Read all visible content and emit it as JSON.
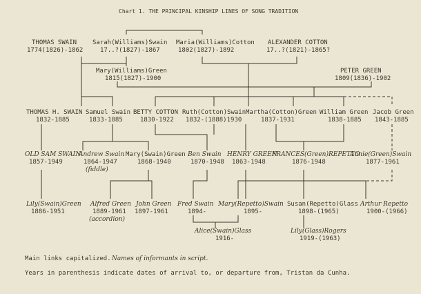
{
  "title": "Chart 1. THE PRINCIPAL KINSHIP LINES OF SONG TRADITION",
  "gen1": {
    "thomas_swain": {
      "name": "THOMAS SWAIN",
      "dates": "1774(1826)-1862"
    },
    "sarah": {
      "name": "Sarah(Williams)Swain",
      "dates": "17..?(1827)-1867"
    },
    "maria": {
      "name": "Maria(Williams)Cotton",
      "dates": "1802(1827)-1892"
    },
    "alexander": {
      "name": "ALEXANDER COTTON",
      "dates": "17..?(1821)-1865?"
    }
  },
  "gen2": {
    "mary_green": {
      "name": "Mary(Williams)Green",
      "dates": "1815(1827)-1900"
    },
    "peter_green": {
      "name": "PETER GREEN",
      "dates": "1809(1836)-1902"
    }
  },
  "gen3": {
    "thomas_h": {
      "name": "THOMAS H. SWAIN",
      "dates": "1832-1885"
    },
    "samuel": {
      "name": "Samuel Swain",
      "dates": "1833-1885"
    },
    "betty": {
      "name": "BETTY COTTON",
      "dates": "1830-1922"
    },
    "ruth": {
      "name": "Ruth(Cotton)Swain",
      "dates": "1832-(1888)1930"
    },
    "martha": {
      "name": "Martha(Cotton)Green",
      "dates": "1837-1931"
    },
    "william": {
      "name": "William Green",
      "dates": "1838-1885"
    },
    "jacob": {
      "name": "Jacob Green",
      "dates": "1843-1885"
    }
  },
  "gen4": {
    "old_sam": {
      "name": "OLD SAM SWAIN",
      "dates": "1857-1949"
    },
    "andrew": {
      "name": "Andrew Swain",
      "dates": "1864-1947",
      "note": "(fiddle)"
    },
    "mary_swain": {
      "name": "Mary(Swain)Green",
      "dates": "1868-1940"
    },
    "ben": {
      "name": "Ben Swain",
      "dates": "1870-1948"
    },
    "henry": {
      "name": "HENRY GREEN",
      "dates": "1863-1948"
    },
    "frances": {
      "name": "FRANCES(Green)REPETTO",
      "dates": "1876-1948"
    },
    "annie": {
      "name": "Annie(Green)Swain",
      "dates": "1877-1961"
    }
  },
  "gen5": {
    "lily": {
      "name": "Lily(Swain)Green",
      "dates": "1886-1951"
    },
    "alfred": {
      "name": "Alfred Green",
      "dates": "1889-1961",
      "note": "(accordion)"
    },
    "john": {
      "name": "John Green",
      "dates": "1897-1961"
    },
    "fred": {
      "name": "Fred Swain",
      "dates": "1894-"
    },
    "mary_repetto": {
      "name": "Mary(Repetto)Swain",
      "dates": "1895-"
    },
    "susan": {
      "name": "Susan(Repetto)Glass",
      "dates": "1898-(1965)"
    },
    "arthur": {
      "name": "Arthur Repetto",
      "dates": "1900-(1966)"
    }
  },
  "gen6": {
    "alice": {
      "name": "Alice(Swain)Glass",
      "dates": "1916-"
    },
    "lily_glass": {
      "name": "Lily(Glass)Rogers",
      "dates": "1919-(1963)"
    }
  },
  "notes": {
    "line1_caps": "Main links capitalized.",
    "line1_script": "Names of informants in script.",
    "line2": "Years in parenthesis indicate dates of arrival to, or departure from, Tristan da Cunha."
  }
}
